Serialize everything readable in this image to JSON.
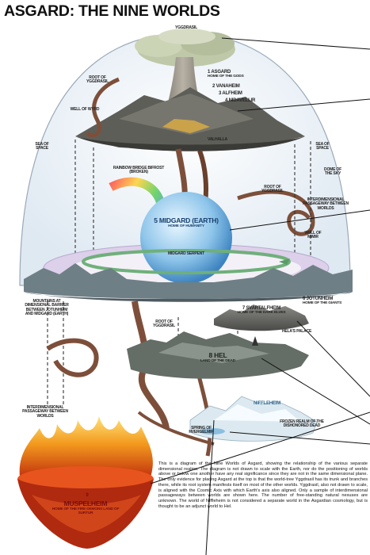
{
  "title": "ASGARD: THE NINE WORLDS",
  "labels": {
    "yggdrasil": "YGGDRASIL",
    "root_top": "ROOT OF YGGDRASIL",
    "well_wyrd": "WELL OF WYRD",
    "asgard": "1 ASGARD",
    "asgard_sub": "HOME OF THE GODS",
    "vanaheim": "2 VANAHEIM",
    "alfheim": "3 ALFHEIM",
    "nidavellir": "4 NIDAVELLIR",
    "valhalla": "VALHALLA",
    "sea_left": "SEA OF SPACE",
    "sea_right": "SEA OF SPACE",
    "dome": "DOME OF THE SKY",
    "rainbow": "RAINBOW BRIDGE BIFROST (BROKEN)",
    "root_mid": "ROOT OF YGGDRASIL",
    "interdim_right": "INTERDIMENSIONAL PASSAGEWAY BETWEEN WORLDS",
    "midgard": "5 MIDGARD (EARTH)",
    "midgard_sub": "HOME OF HUMANITY",
    "well_mimir": "WELL OF MIMIR",
    "serpent": "MIDGARD SERPENT",
    "mountains": "MOUNTAINS AT DIMENSIONAL BARRIER BETWEEN JOTUNHEIM AND MIDGARD (EARTH)",
    "jotunheim": "6 JOTUNHEIM",
    "jotunheim_sub": "HOME OF THE GIANTS",
    "svartalfheim": "7 SVARTALFHEIM",
    "svartalfheim_sub": "HOME OF THE DARK ELVES",
    "root_low": "ROOT OF YGGDRASIL",
    "helas_palace": "HELA'S PALACE",
    "hel": "8 HEL",
    "hel_sub": "LAND OF THE DEAD",
    "interdim_left": "INTERDIMENSIONAL PASSAGEWAY BETWEEN WORLDS",
    "niffleheim": "NIFFLEHEIM",
    "frozen": "FROZEN REALM OF THE DISHONORED DEAD",
    "spring": "SPRING OF HVERGELMIR",
    "muspelheim_num": "9",
    "muspelheim": "MUSPELHEIM",
    "muspelheim_sub": "HOME OF THE FIRE DEMONS LAND OF SURTUR"
  },
  "caption": "This is a diagram of the Nine Worlds of Asgard, showing the relationship of the various separate dimensional realms. The diagram is not drawn to scale with the Earth, nor do the positioning of worlds above or below one another have any real significance since they are not in the same dimensional plane. The only evidence for placing Asgard at the top is that the world-tree Yggdrasil has its trunk and branches there, while its root system manifests itself on most of the other worlds. Yggdrasil, also not drawn to scale, is aligned with the Cosmic Axis with which Earth's axis also aligned. Only a sample of interdimensional passageways between worlds are shown here. The number of free-standing natural nexuses are unknown. The world of Niffleheim is not considered a separate world in the Asgardian cosmology, but is thought to be an adjunct world to Hel."
}
